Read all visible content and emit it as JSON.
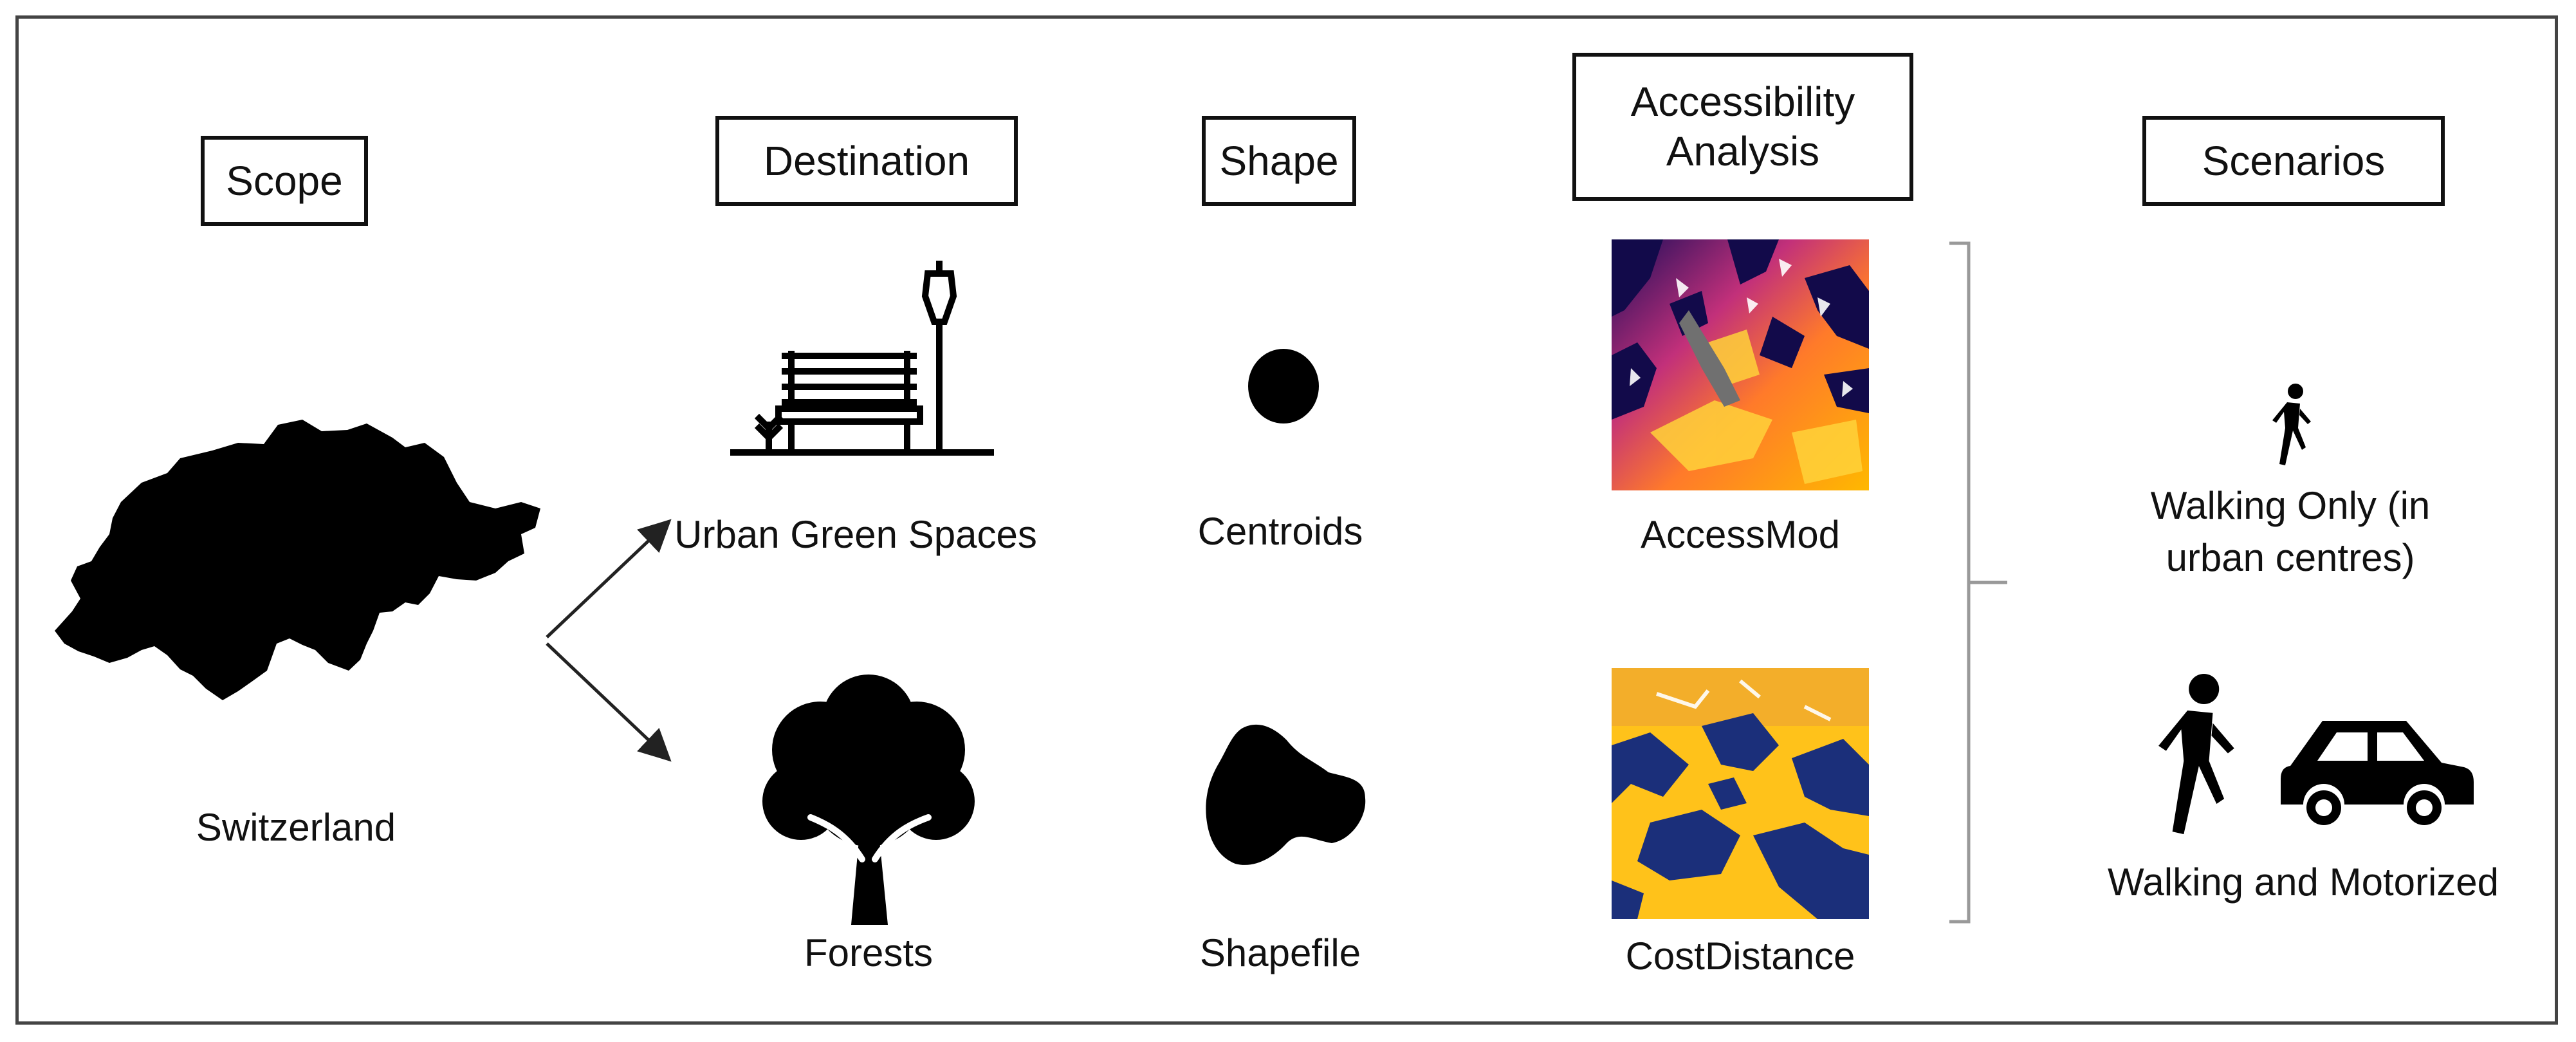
{
  "headers": {
    "scope": "Scope",
    "destination": "Destination",
    "shape": "Shape",
    "accessibility": "Accessibility Analysis",
    "scenarios": "Scenarios"
  },
  "scope": {
    "country": "Switzerland"
  },
  "destinations": {
    "urban_green": "Urban Green Spaces",
    "forests": "Forests"
  },
  "shapes": {
    "centroids": "Centroids",
    "shapefile": "Shapefile"
  },
  "methods": {
    "accessmod": "AccessMod",
    "costdistance": "CostDistance"
  },
  "scenarios": {
    "walking_only": "Walking Only (in urban centres)",
    "walking_motorized": "Walking and Motorized"
  },
  "colors": {
    "ink": "#000000",
    "heat_dark": "#120a4a",
    "heat_mid": "#d8336a",
    "heat_bright": "#ffb000",
    "cost_blue": "#1b2f7a",
    "cost_yellow": "#ffc21a"
  },
  "icons": [
    "switzerland-map-icon",
    "park-bench-lamp-icon",
    "tree-icon",
    "circle-icon",
    "blob-polygon-icon",
    "walking-person-icon",
    "car-icon"
  ]
}
